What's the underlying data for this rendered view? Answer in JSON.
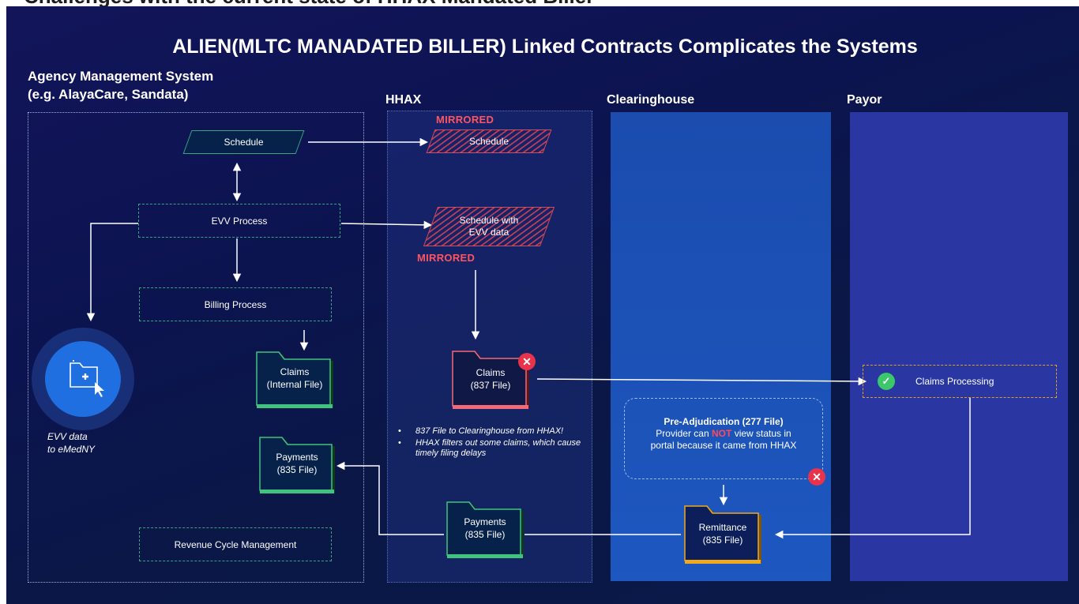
{
  "top_strip_text": "Challenges with the current state of HHAX Mandated Biller",
  "title": "ALIEN(MLTC MANADATED BILLER)  Linked Contracts Complicates the Systems",
  "lanes": {
    "ams_line1": "Agency Management System",
    "ams_line2": "(e.g. AlayaCare,  Sandata)",
    "hhax": "HHAX",
    "clearinghouse": "Clearinghouse",
    "payor": "Payor"
  },
  "ams": {
    "schedule": "Schedule",
    "evv_process": "EVV Process",
    "billing_process": "Billing Process",
    "claims_line1": "Claims",
    "claims_line2": "(Internal File)",
    "payments_line1": "Payments",
    "payments_line2": "(835 File)",
    "rcm": "Revenue  Cycle Management",
    "evv_line1": "EVV data",
    "evv_line2": "to eMedNY"
  },
  "hhax": {
    "mirrored_1": "MIRRORED",
    "schedule": "Schedule",
    "schedule_evv_line1": "Schedule with",
    "schedule_evv_line2": "EVV data",
    "mirrored_2": "MIRRORED",
    "claims_line1": "Claims",
    "claims_line2": "(837 File)",
    "bullet_1": "837 File to Clearinghouse from HHAX!",
    "bullet_2": "HHAX filters out some claims, which cause timely filing delays",
    "payments_line1": "Payments",
    "payments_line2": "(835 File)"
  },
  "clearinghouse": {
    "pre_adj_title": "Pre-Adjudication  (277 File)",
    "pre_adj_text_1": "Provider can",
    "pre_adj_not": "NOT",
    "pre_adj_text_2": "view status in",
    "pre_adj_text_3": "portal because it came from HHAX",
    "remittance_line1": "Remittance",
    "remittance_line2": "(835 File)"
  },
  "payor": {
    "claims_processing": "Claims Processing"
  },
  "colors": {
    "green": "#3fc37f",
    "red": "#e8334a",
    "orange": "#f0a81c",
    "pink": "#f26a78"
  }
}
